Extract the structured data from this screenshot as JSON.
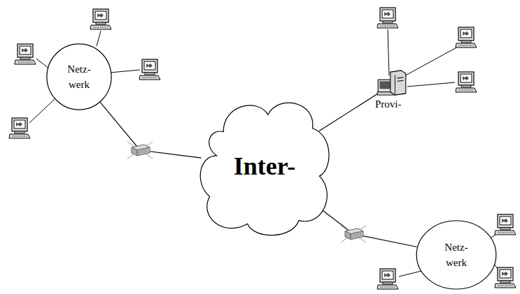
{
  "diagram": {
    "nodes": [
      {
        "text": [
          "Netz- werk"
        ]
      },
      {
        "text": [
          "Inter-"
        ]
      },
      {
        "text": [
          "Provi-"
        ]
      },
      {
        "text": [
          "Netz- werk"
        ]
      }
    ],
    "edges": [
      {
        "from": 0,
        "to": 1,
        "arrow": "none"
      },
      {
        "from": 1,
        "to": 2,
        "arrow": "none"
      },
      {
        "from": 1,
        "to": 3,
        "arrow": "none"
      }
    ]
  }
}
